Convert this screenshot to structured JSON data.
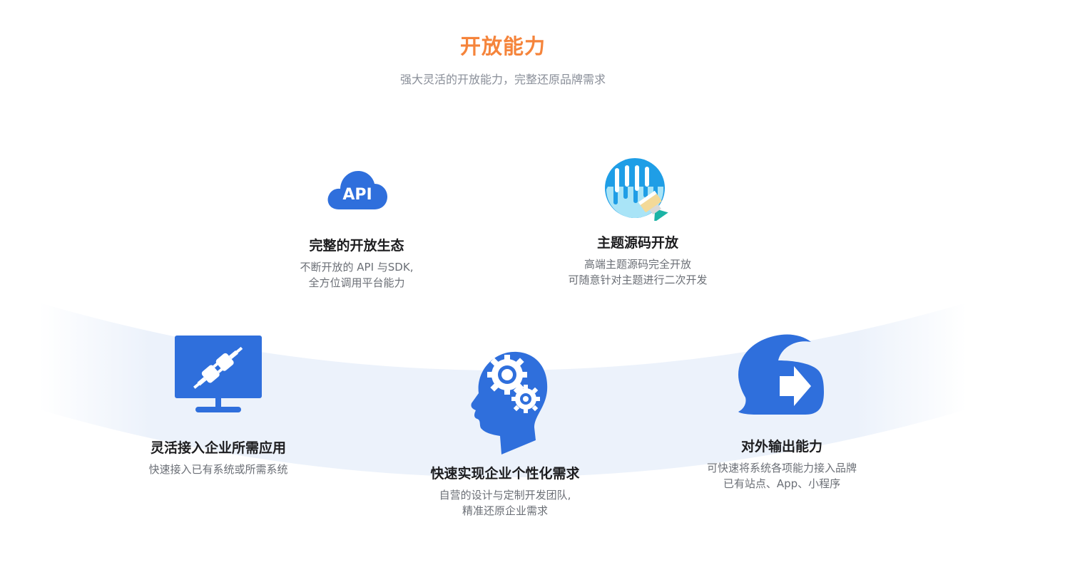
{
  "header": {
    "title": "开放能力",
    "subtitle": "强大灵活的开放能力，完整还原品牌需求"
  },
  "colors": {
    "title_orange": "#f5843b",
    "icon_blue": "#2f6fdc",
    "band": "#ecf2fb"
  },
  "features": [
    {
      "icon": "api-cloud-icon",
      "title": "完整的开放生态",
      "desc_line1": "不断开放的 API 与SDK,",
      "desc_line2": "全方位调用平台能力"
    },
    {
      "icon": "theme-paint-brush-icon",
      "title": "主题源码开放",
      "desc_line1": "高端主题源码完全开放",
      "desc_line2": "可随意针对主题进行二次开发"
    },
    {
      "icon": "monitor-plug-icon",
      "title": "灵活接入企业所需应用",
      "desc_line1": "快速接入已有系统或所需系统",
      "desc_line2": ""
    },
    {
      "icon": "head-gears-icon",
      "title": "快速实现企业个性化需求",
      "desc_line1": "自营的设计与定制开发团队,",
      "desc_line2": "精准还原企业需求"
    },
    {
      "icon": "output-arrow-icon",
      "title": "对外输出能力",
      "desc_line1": "可快速将系统各项能力接入品牌",
      "desc_line2": "已有站点、App、小程序"
    }
  ]
}
